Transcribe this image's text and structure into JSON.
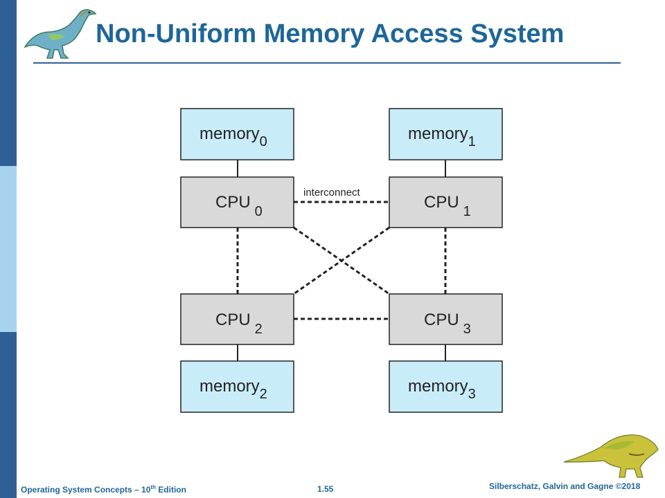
{
  "slide": {
    "title": "Non-Uniform Memory Access System"
  },
  "diagram": {
    "interconnect_label": "interconnect",
    "memories": [
      {
        "label": "memory",
        "subscript": "0"
      },
      {
        "label": "memory",
        "subscript": "1"
      },
      {
        "label": "memory",
        "subscript": "2"
      },
      {
        "label": "memory",
        "subscript": "3"
      }
    ],
    "cpus": [
      {
        "label": "CPU",
        "subscript": "0"
      },
      {
        "label": "CPU",
        "subscript": "1"
      },
      {
        "label": "CPU",
        "subscript": "2"
      },
      {
        "label": "CPU",
        "subscript": "3"
      }
    ],
    "colors": {
      "memory_fill": "#c9ecf9",
      "cpu_fill": "#d9d9d9",
      "stroke": "#222222",
      "accent": "#1d6699"
    }
  },
  "footer": {
    "book_prefix": "Operating System Concepts – 10",
    "book_sup": "th",
    "book_suffix": " Edition",
    "page_number": "1.55",
    "copyright": "Silberschatz, Galvin and Gagne ©2018"
  }
}
